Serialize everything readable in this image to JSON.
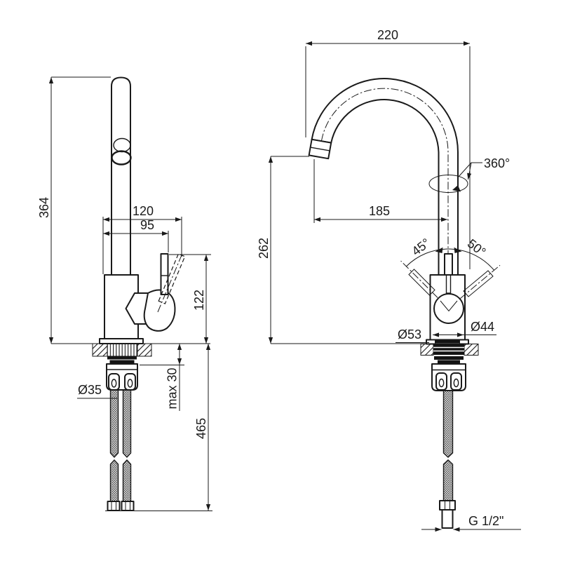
{
  "colors": {
    "background": "#ffffff",
    "line": "#1a1a1a"
  },
  "dims": {
    "left": {
      "spout_height": "364",
      "spout_reach": "120",
      "lever_offset": "95",
      "body_height": "122",
      "mounting_hole_diameter": "Ø35",
      "max_deck_thickness": "max 30",
      "hose_length": "465"
    },
    "right": {
      "spout_width": "220",
      "swivel_angle": "360°",
      "outlet_to_axis": "185",
      "outlet_height": "262",
      "lever_angle_left": "45°",
      "lever_angle_right": "50°",
      "base_diameter": "Ø53",
      "body_diameter": "Ø44",
      "connection_thread": "G 1/2\""
    }
  }
}
